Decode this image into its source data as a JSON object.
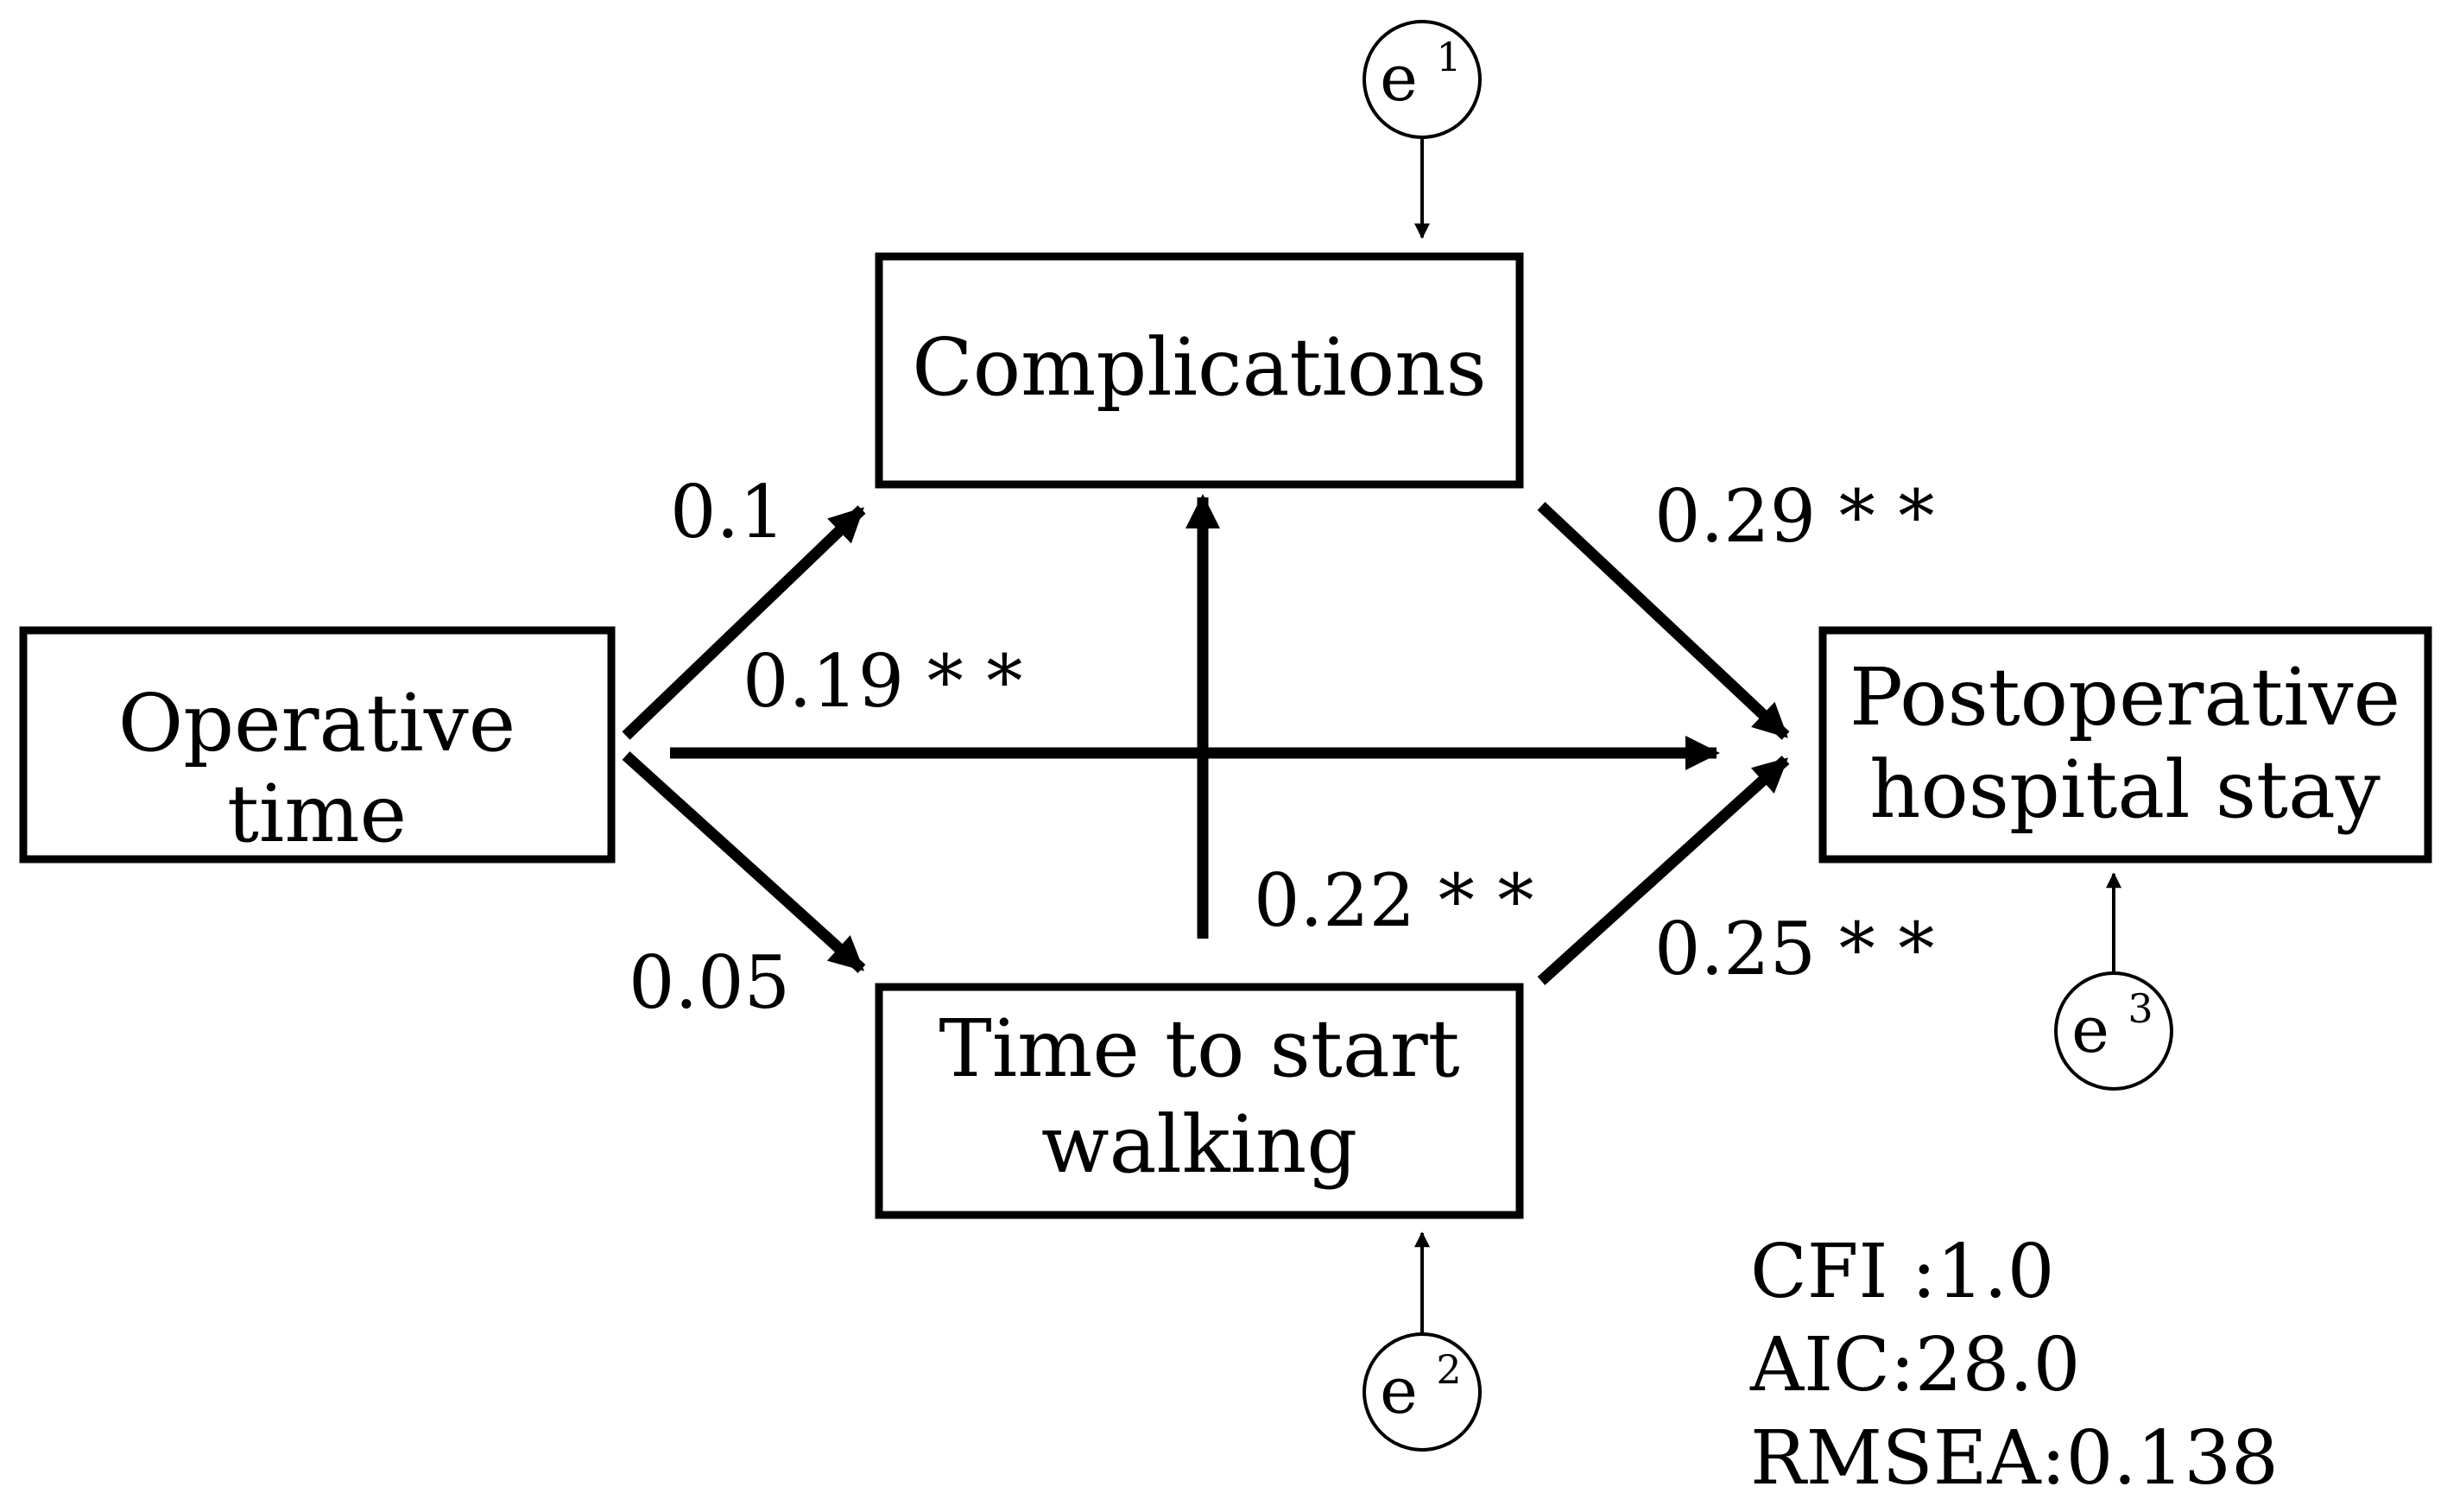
{
  "nodes": {
    "operative_time": {
      "lines": [
        "Operative",
        "time"
      ]
    },
    "complications": {
      "lines": [
        "Complications"
      ]
    },
    "time_to_walk": {
      "lines": [
        "Time to start",
        "walking"
      ]
    },
    "hospital_stay": {
      "lines": [
        "Postoperative",
        "hospital stay"
      ]
    }
  },
  "errors": {
    "e1": {
      "base": "e",
      "sup": "1"
    },
    "e2": {
      "base": "e",
      "sup": "2"
    },
    "e3": {
      "base": "e",
      "sup": "3"
    }
  },
  "paths": {
    "op_to_comp": "0.1",
    "op_to_stay": "0.19 * *",
    "op_to_walk": "0.05",
    "walk_to_comp": "0.22 * *",
    "comp_to_stay": "0.29 * *",
    "walk_to_stay": "0.25 * *"
  },
  "fit": {
    "cfi": "CFI :1.0",
    "aic": "AIC:28.0",
    "rmsea": "RMSEA:0.138"
  },
  "colors": {
    "stroke": "#000000",
    "background": "#ffffff"
  }
}
